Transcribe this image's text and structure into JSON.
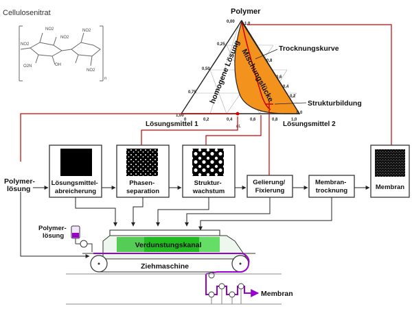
{
  "molecule": {
    "title": "Cellulosenitrat",
    "groups": [
      "NO2",
      "NO2",
      "NO2",
      "NO2",
      "NO2",
      "O2N",
      "OH",
      "n"
    ]
  },
  "ternary": {
    "apex_top": "Polymer",
    "apex_left": "Lösungsmittel 1",
    "apex_right": "Lösungsmittel 2",
    "top_value": "0,00",
    "top_right_value": "1,0",
    "left_ticks": [
      "0,25",
      "0,50",
      "0,75",
      "1,00"
    ],
    "right_ticks": [
      "0,8",
      "0,6",
      "0,4",
      "0,2",
      "0,0"
    ],
    "bottom_ticks": [
      "0",
      "0,2",
      "0,4",
      "0,6",
      "0,8",
      "1,0"
    ],
    "region_homogeneous": "homogene Lösung",
    "region_miscibility_gap": "Mischungslücke",
    "drying_curve": "Trocknungskurve",
    "structure_formation": "Strukturbildung",
    "point_label": "αL",
    "colors": {
      "gap_fill": "#f4921e",
      "curve": "#cc0000"
    }
  },
  "process": {
    "input": "Polymer-\nlösung",
    "steps": [
      "Lösungsmittel-\nabreicherung",
      "Phasen-\nseparation",
      "Struktur-\nwachstum",
      "Gelierung/\nFixierung",
      "Membran-\ntrocknung",
      "Membran"
    ]
  },
  "machine": {
    "reservoir_label": "Polymer-\nlösung",
    "channel_label": "Verdunstungskanal",
    "machine_label": "Ziehmaschine",
    "output_label": "Membran",
    "colors": {
      "channel": "#22bb22",
      "film": "#9900cc"
    }
  }
}
